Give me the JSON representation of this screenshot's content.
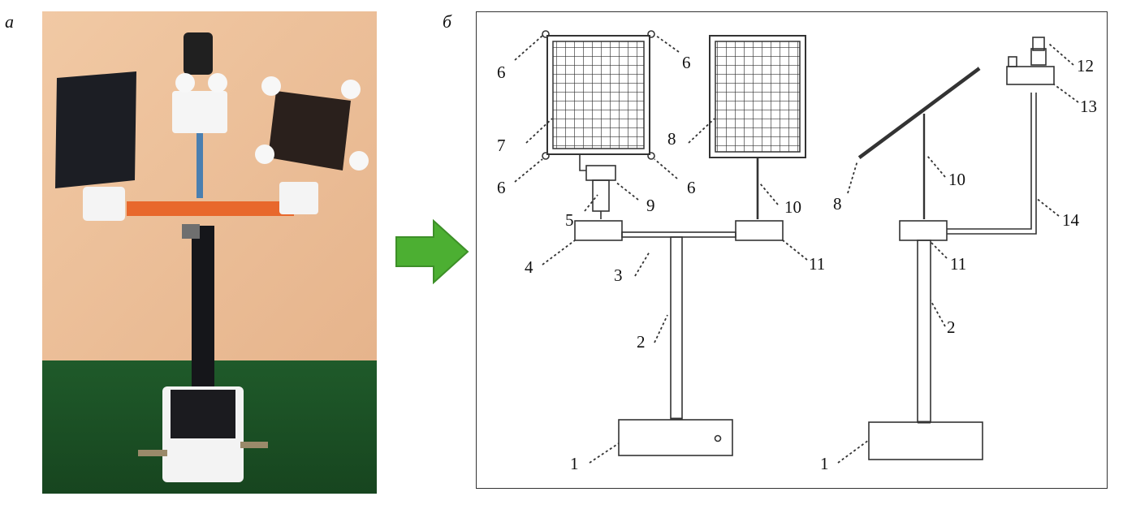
{
  "panels": {
    "left_letter": "а",
    "right_letter": "б"
  },
  "photo": {
    "description_icon": "prototype-photo"
  },
  "arrow": {
    "color": "#4caf32"
  },
  "labels": {
    "n1": "1",
    "n2": "2",
    "n3": "3",
    "n4": "4",
    "n5": "5",
    "n6": "6",
    "n7": "7",
    "n8": "8",
    "n9": "9",
    "n10": "10",
    "n11": "11",
    "n12": "12",
    "n13": "13",
    "n14": "14"
  }
}
